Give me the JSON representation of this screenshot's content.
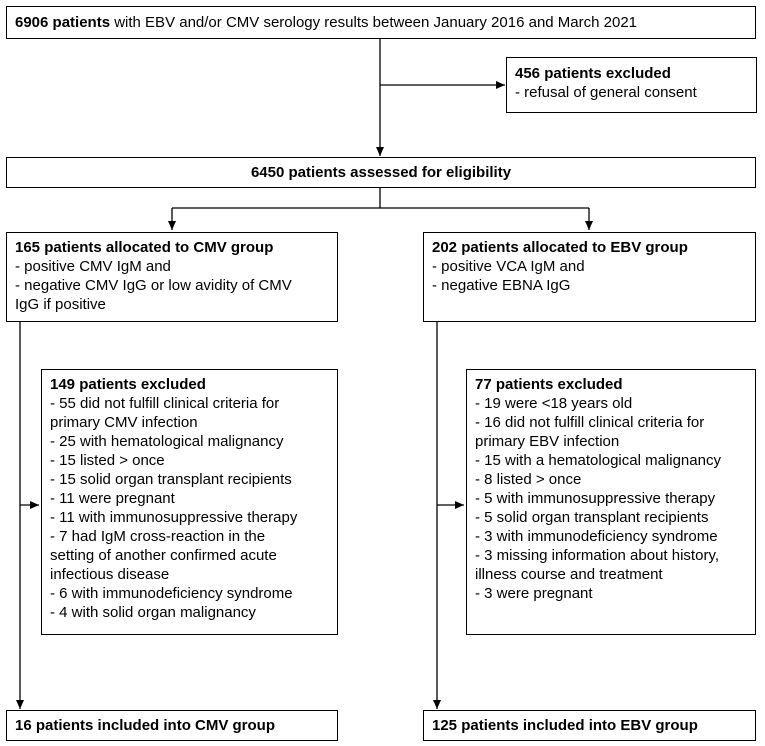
{
  "top": {
    "bold": "6906 patients",
    "rest": " with EBV and/or CMV serology results between January 2016 and March 2021"
  },
  "excluded_consent": {
    "title": "456 patients excluded",
    "items": [
      "- refusal of general consent"
    ]
  },
  "assessed": {
    "title": "6450 patients assessed for eligibility"
  },
  "cmv_group": {
    "title": "165 patients allocated to CMV group",
    "lines": [
      "- positive CMV IgM and",
      "- negative CMV IgG or low avidity of CMV",
      "IgG if positive"
    ]
  },
  "ebv_group": {
    "title": "202 patients allocated to EBV group",
    "lines": [
      "- positive VCA IgM and",
      "- negative EBNA IgG"
    ]
  },
  "cmv_excluded": {
    "title": "149 patients excluded",
    "lines": [
      "- 55 did not fulfill clinical criteria for",
      "primary CMV infection",
      "- 25 with hematological malignancy",
      "- 15 listed > once",
      "- 15 solid organ transplant recipients",
      "- 11 were pregnant",
      "- 11 with immunosuppressive therapy",
      "- 7 had IgM cross-reaction in the",
      "setting of another confirmed acute",
      "infectious disease",
      "- 6 with immunodeficiency syndrome",
      "- 4 with solid organ malignancy"
    ]
  },
  "ebv_excluded": {
    "title": "77 patients excluded",
    "lines": [
      "- 19 were <18 years old",
      "- 16 did not fulfill clinical criteria for",
      "primary EBV infection",
      "- 15 with a hematological malignancy",
      "- 8 listed > once",
      "- 5 with immunosuppressive therapy",
      "- 5 solid organ transplant recipients",
      "- 3 with immunodeficiency syndrome",
      "- 3 missing information about history,",
      "illness course and treatment",
      "- 3 were pregnant"
    ]
  },
  "cmv_included": {
    "title": "16 patients included into CMV group"
  },
  "ebv_included": {
    "title": "125 patients included into EBV group"
  }
}
